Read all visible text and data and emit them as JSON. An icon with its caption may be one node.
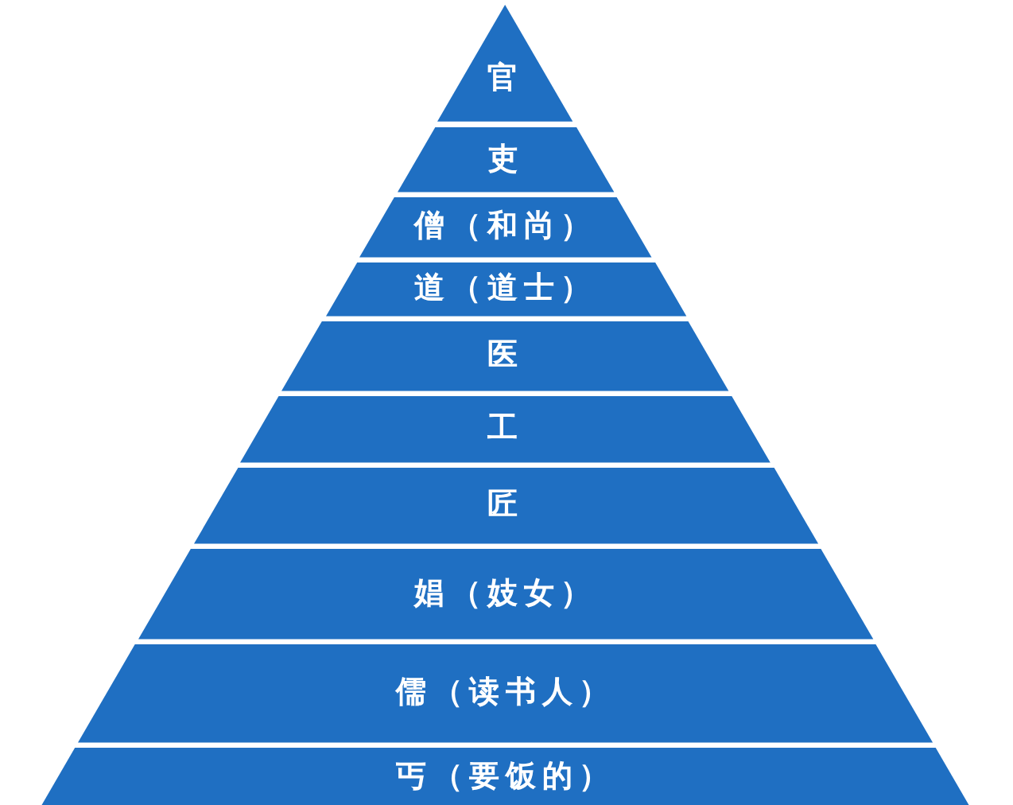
{
  "diagram": {
    "nodes": [
      {
        "text": [
          "官"
        ]
      },
      {
        "text": [
          "吏"
        ]
      },
      {
        "text": [
          "僧（和尚）"
        ]
      },
      {
        "text": [
          "道（道士）"
        ]
      },
      {
        "text": [
          "医"
        ]
      },
      {
        "text": [
          "工"
        ]
      },
      {
        "text": [
          "匠"
        ]
      },
      {
        "text": [
          "娼（妓女）"
        ]
      },
      {
        "text": [
          "儒（读书人）"
        ]
      },
      {
        "text": [
          "丐（要饭的）"
        ]
      }
    ]
  }
}
